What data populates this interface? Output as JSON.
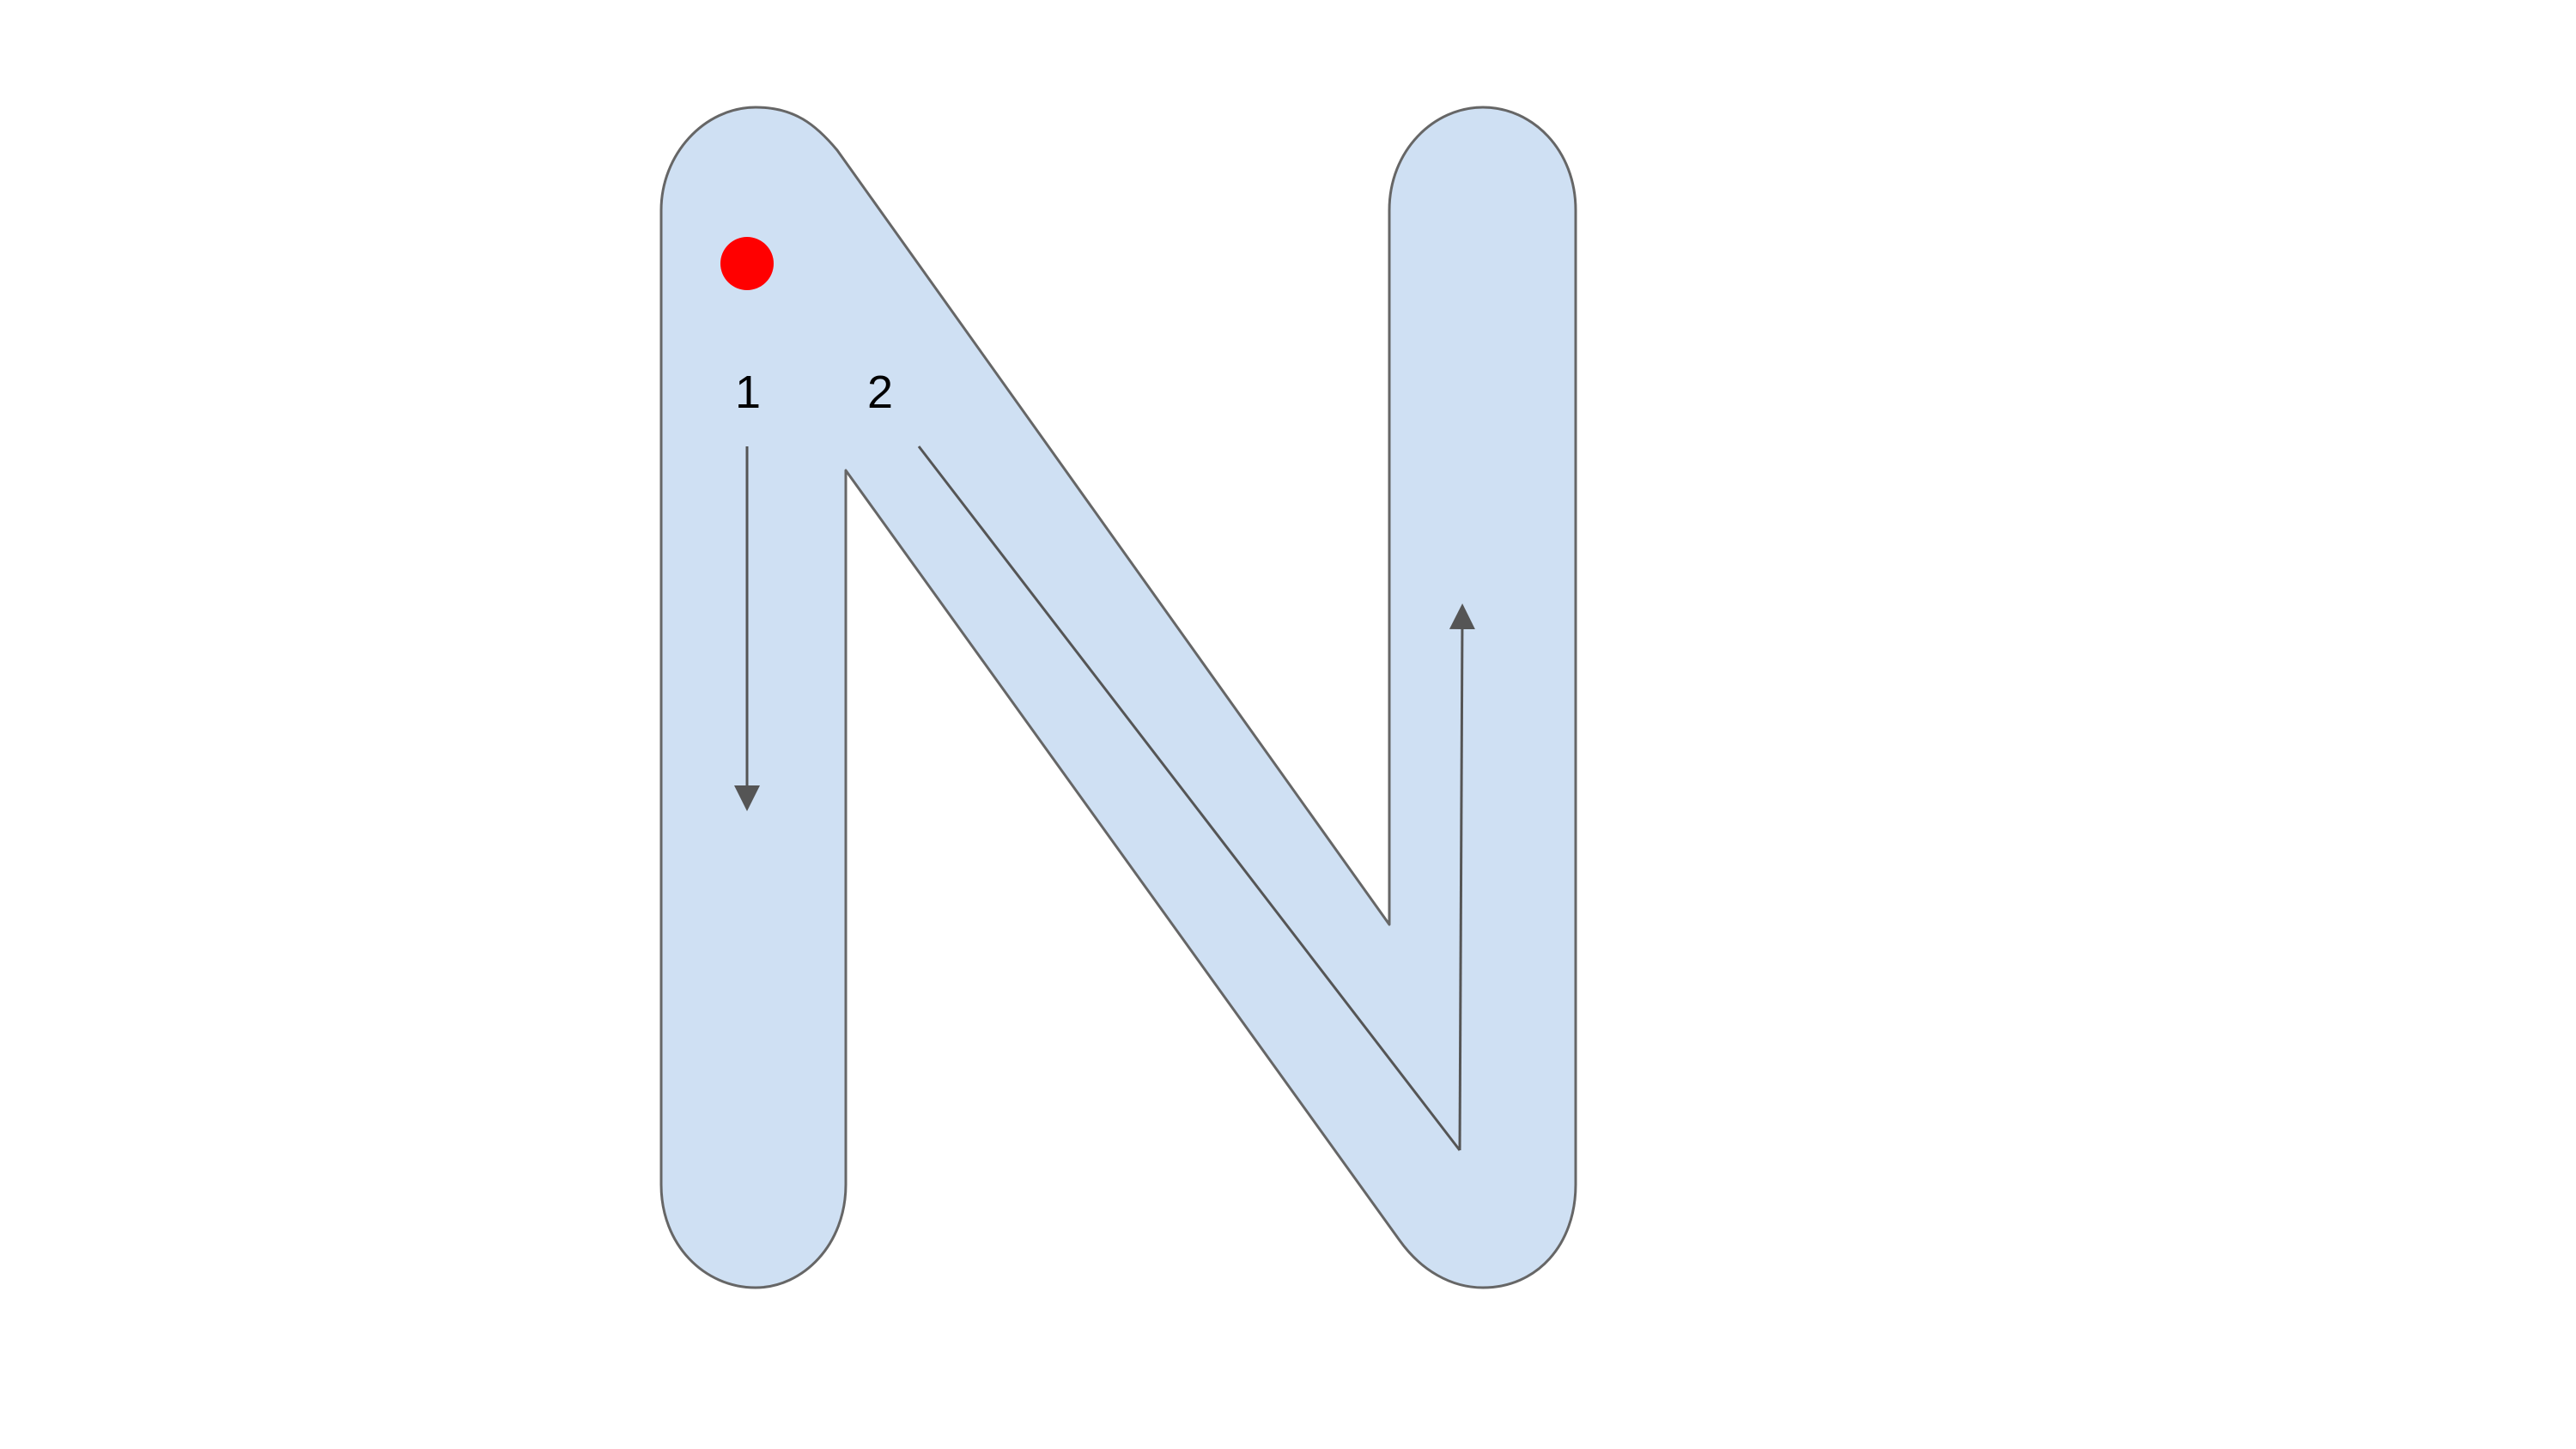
{
  "letter": {
    "character": "N",
    "fill_color": "#cfe0f3",
    "outline_color": "#666666"
  },
  "start_marker": {
    "color": "#ff0000"
  },
  "strokes": [
    {
      "number": "1",
      "direction": "down"
    },
    {
      "number": "2",
      "direction": "diagonal-down-right"
    },
    {
      "number": "",
      "direction": "up"
    }
  ],
  "arrow_color": "#555555"
}
